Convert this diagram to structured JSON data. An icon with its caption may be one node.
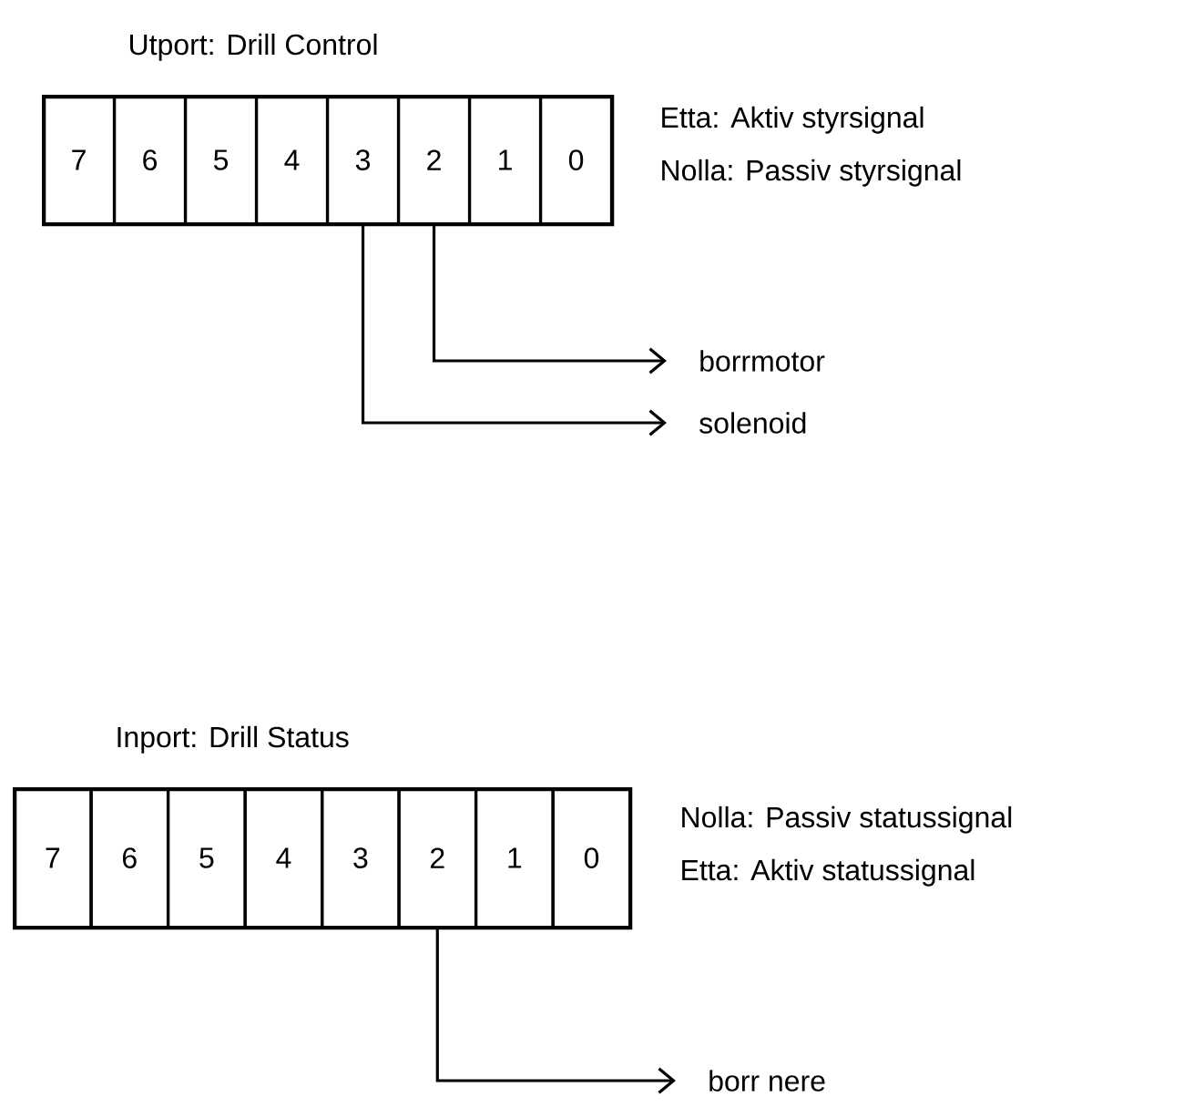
{
  "diagram": {
    "nodes": [
      {
        "text": [
          "Utport: Drill Control"
        ],
        "beside": [
          "Etta: Aktiv styrsignal",
          "Nolla: Passiv styrsignal"
        ]
      },
      {
        "text": [
          "7"
        ],
        "in": 0
      },
      {
        "text": [
          "6"
        ],
        "in": 0
      },
      {
        "text": [
          "5"
        ],
        "in": 0
      },
      {
        "text": [
          "4"
        ],
        "in": 0
      },
      {
        "text": [
          "3"
        ],
        "in": 0
      },
      {
        "text": [
          "2"
        ],
        "in": 0
      },
      {
        "text": [
          "1"
        ],
        "in": 0
      },
      {
        "text": [
          "0"
        ],
        "in": 0
      },
      {
        "text": [
          "borrmotor"
        ]
      },
      {
        "text": [
          "solenoid"
        ]
      },
      {
        "text": [
          "Inport: Drill Status"
        ],
        "beside": [
          "Nolla: Passiv statussignal",
          "Etta: Aktiv statussignal"
        ]
      },
      {
        "text": [
          "7"
        ],
        "in": 11
      },
      {
        "text": [
          "6"
        ],
        "in": 11
      },
      {
        "text": [
          "5"
        ],
        "in": 11
      },
      {
        "text": [
          "4"
        ],
        "in": 11
      },
      {
        "text": [
          "3"
        ],
        "in": 11
      },
      {
        "text": [
          "2"
        ],
        "in": 11
      },
      {
        "text": [
          "1"
        ],
        "in": 11
      },
      {
        "text": [
          "0"
        ],
        "in": 11
      },
      {
        "text": [
          "borr nere"
        ]
      }
    ],
    "edges": [
      {
        "from": 6,
        "to": 9,
        "arrow": "to"
      },
      {
        "from": 5,
        "to": 10,
        "arrow": "to"
      },
      {
        "from": 17,
        "to": 20,
        "arrow": "to"
      }
    ]
  }
}
